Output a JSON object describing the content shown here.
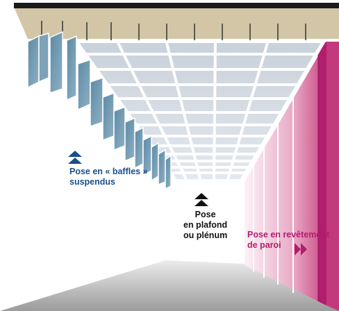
{
  "diagram": {
    "labels": {
      "baffles": {
        "line1": "Pose en « baffles »",
        "line2": "suspendus"
      },
      "plafond": {
        "line1": "Pose",
        "line2": "en plafond",
        "line3": "ou plénum"
      },
      "revetement": {
        "line1": "Pose en revêtement",
        "line2": "de paroi"
      }
    },
    "colors": {
      "baffle_blue": "#1a4f8a",
      "wall_magenta": "#b21d6e",
      "ceiling_panel": "#dde3ea",
      "ceiling_grid": "#ffffff",
      "slab": "#d2c6a6",
      "slab_top": "#1a1a1a",
      "floor": "#a6a6a6"
    },
    "icons": [
      "up-arrow-icon-baffles",
      "up-arrow-icon-plafond",
      "right-arrow-icon-revetement"
    ]
  }
}
